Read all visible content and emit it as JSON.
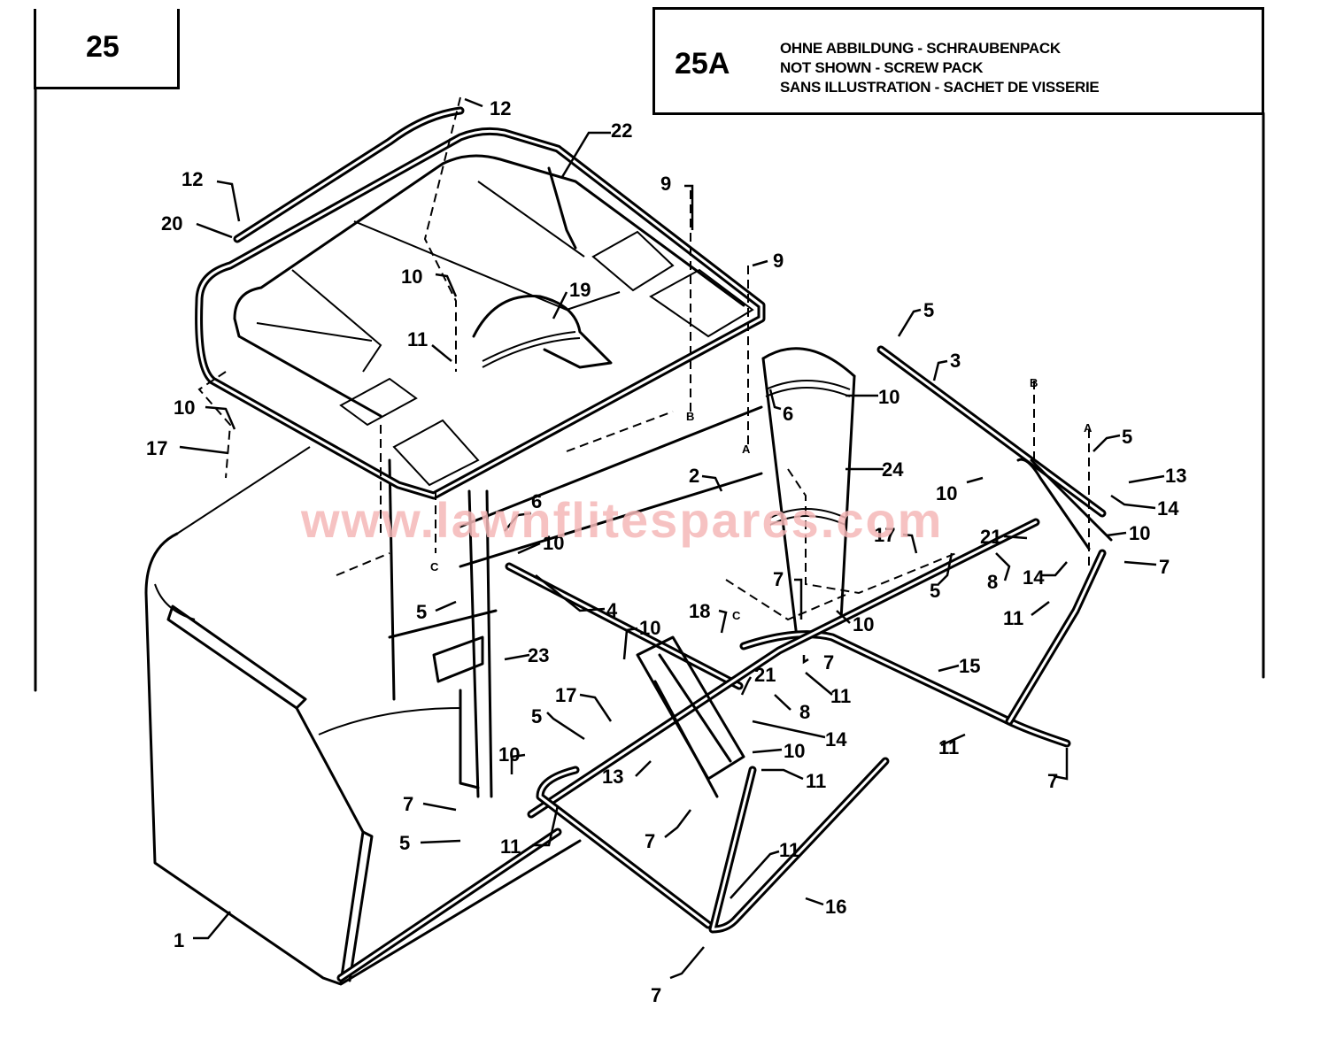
{
  "figure": {
    "number": "25",
    "not_shown": {
      "number": "25A",
      "lines": [
        "OHNE ABBILDUNG - SCHRAUBENPACK",
        "NOT SHOWN - SCREW PACK",
        "SANS ILLUSTRATION - SACHET DE VISSERIE"
      ]
    }
  },
  "watermark": "www.lawnflitespares.com",
  "reference_letters": [
    "A",
    "B",
    "C"
  ],
  "callouts": [
    {
      "id": "c-12a",
      "label": "12"
    },
    {
      "id": "c-22",
      "label": "22"
    },
    {
      "id": "c-12b",
      "label": "12"
    },
    {
      "id": "c-20",
      "label": "20"
    },
    {
      "id": "c-9a",
      "label": "9"
    },
    {
      "id": "c-9b",
      "label": "9"
    },
    {
      "id": "c-10a",
      "label": "10"
    },
    {
      "id": "c-19",
      "label": "19"
    },
    {
      "id": "c-11a",
      "label": "11"
    },
    {
      "id": "c-10b",
      "label": "10"
    },
    {
      "id": "c-17a",
      "label": "17"
    },
    {
      "id": "c-5a",
      "label": "5"
    },
    {
      "id": "c-3",
      "label": "3"
    },
    {
      "id": "c-10c",
      "label": "10"
    },
    {
      "id": "c-6a",
      "label": "6"
    },
    {
      "id": "c-24",
      "label": "24"
    },
    {
      "id": "c-2",
      "label": "2"
    },
    {
      "id": "c-5b",
      "label": "5"
    },
    {
      "id": "c-13a",
      "label": "13"
    },
    {
      "id": "c-10d",
      "label": "10"
    },
    {
      "id": "c-14a",
      "label": "14"
    },
    {
      "id": "c-6b",
      "label": "6"
    },
    {
      "id": "c-10e",
      "label": "10"
    },
    {
      "id": "c-17b",
      "label": "17"
    },
    {
      "id": "c-21a",
      "label": "21"
    },
    {
      "id": "c-10f",
      "label": "10"
    },
    {
      "id": "c-5c",
      "label": "5"
    },
    {
      "id": "c-8a",
      "label": "8"
    },
    {
      "id": "c-14b",
      "label": "14"
    },
    {
      "id": "c-7a",
      "label": "7"
    },
    {
      "id": "c-11b",
      "label": "11"
    },
    {
      "id": "c-5d",
      "label": "5"
    },
    {
      "id": "c-7b",
      "label": "7"
    },
    {
      "id": "c-4",
      "label": "4"
    },
    {
      "id": "c-18",
      "label": "18"
    },
    {
      "id": "c-10g",
      "label": "10"
    },
    {
      "id": "c-10h",
      "label": "10"
    },
    {
      "id": "c-23",
      "label": "23"
    },
    {
      "id": "c-7c",
      "label": "7"
    },
    {
      "id": "c-15",
      "label": "15"
    },
    {
      "id": "c-21b",
      "label": "21"
    },
    {
      "id": "c-11c",
      "label": "11"
    },
    {
      "id": "c-17c",
      "label": "17"
    },
    {
      "id": "c-8b",
      "label": "8"
    },
    {
      "id": "c-5e",
      "label": "5"
    },
    {
      "id": "c-14c",
      "label": "14"
    },
    {
      "id": "c-10i",
      "label": "10"
    },
    {
      "id": "c-10j",
      "label": "10"
    },
    {
      "id": "c-11d",
      "label": "11"
    },
    {
      "id": "c-13b",
      "label": "13"
    },
    {
      "id": "c-11e",
      "label": "11"
    },
    {
      "id": "c-7d",
      "label": "7"
    },
    {
      "id": "c-7e",
      "label": "7"
    },
    {
      "id": "c-5f",
      "label": "5"
    },
    {
      "id": "c-11f",
      "label": "11"
    },
    {
      "id": "c-7f",
      "label": "7"
    },
    {
      "id": "c-11g",
      "label": "11"
    },
    {
      "id": "c-16",
      "label": "16"
    },
    {
      "id": "c-1",
      "label": "1"
    },
    {
      "id": "c-7g",
      "label": "7"
    }
  ]
}
